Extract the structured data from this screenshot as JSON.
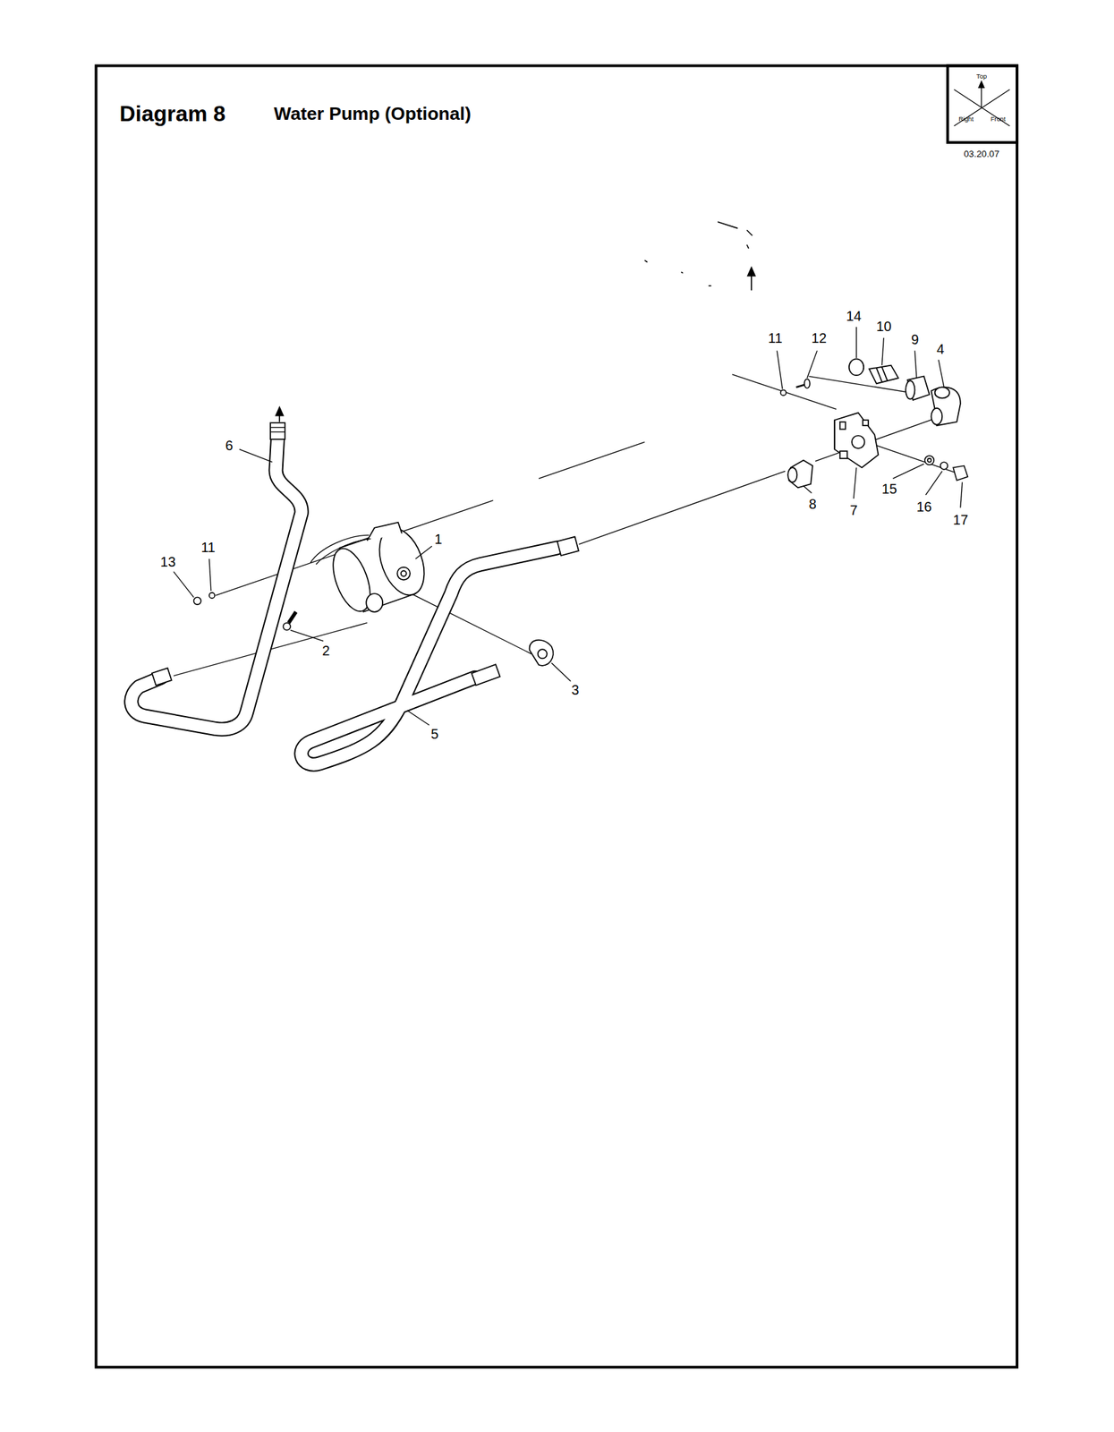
{
  "diagram": {
    "title": "Diagram 8",
    "labels": [
      "Water Pump (Optional)",
      "Top",
      "Right",
      "Front",
      "03.20.07",
      "14",
      "10",
      "9",
      "4",
      "11",
      "12",
      "6",
      "1",
      "13",
      "11",
      "2",
      "3",
      "5",
      "8",
      "7",
      "15",
      "16",
      "17"
    ]
  }
}
